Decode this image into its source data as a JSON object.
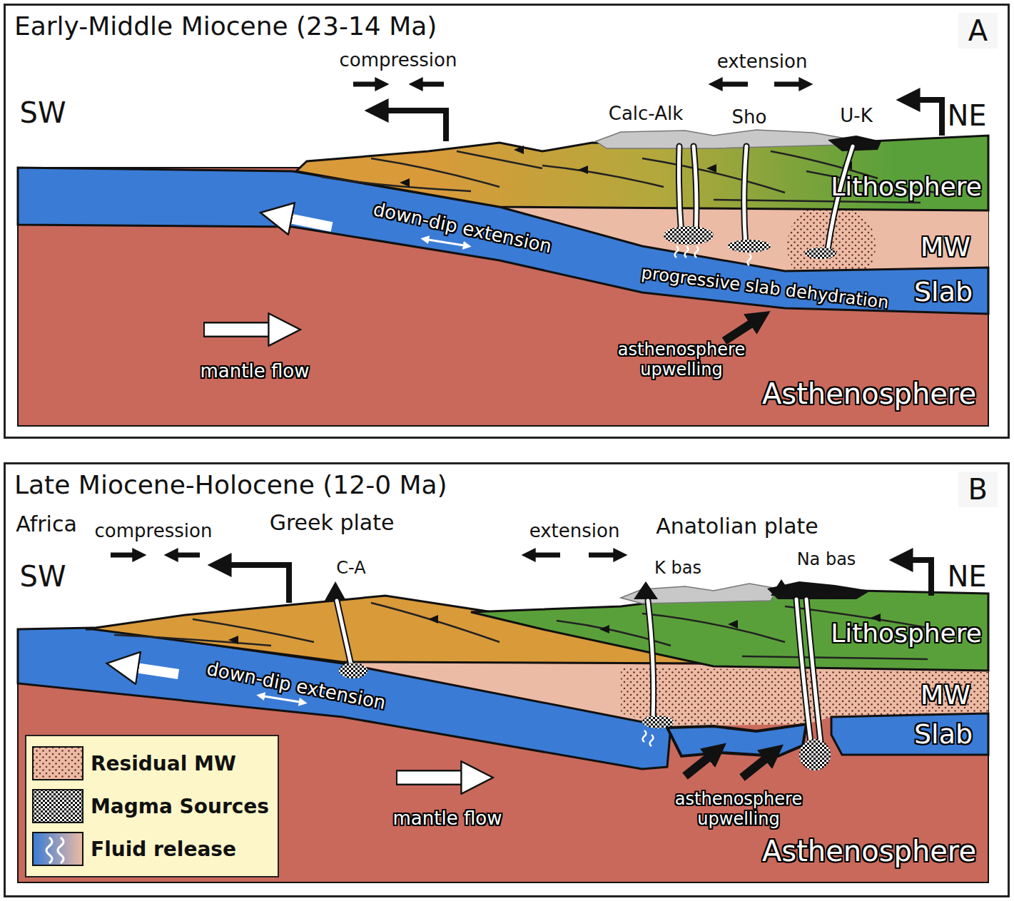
{
  "diagram": {
    "nodes": [
      {
        "text": [
          "Early-Middle Miocene (23-14 Ma)",
          "A"
        ]
      },
      {
        "text": [
          "Late Miocene-Holocene (12-0 Ma)",
          "B"
        ]
      }
    ],
    "labels": [
      "compression",
      "extension",
      "SW",
      "NE",
      "Calc-Alk",
      "Sho",
      "U-K",
      "Lithosphere",
      "MW",
      "down-dip extension",
      "progressive slab dehydration",
      "Slab",
      "mantle flow",
      "asthenosphere upwelling",
      "Asthenosphere",
      "Africa",
      "compression",
      "Greek plate",
      "extension",
      "Anatolian plate",
      "SW",
      "C-A",
      "K bas",
      "Na bas",
      "NE",
      "Lithosphere",
      "down-dip extension",
      "MW",
      "Slab",
      "mantle flow",
      "asthenosphere upwelling",
      "Asthenosphere"
    ],
    "legend": [
      {
        "text": "Residual MW"
      },
      {
        "text": "Magma Sources"
      },
      {
        "text": "Fluid release"
      }
    ]
  }
}
